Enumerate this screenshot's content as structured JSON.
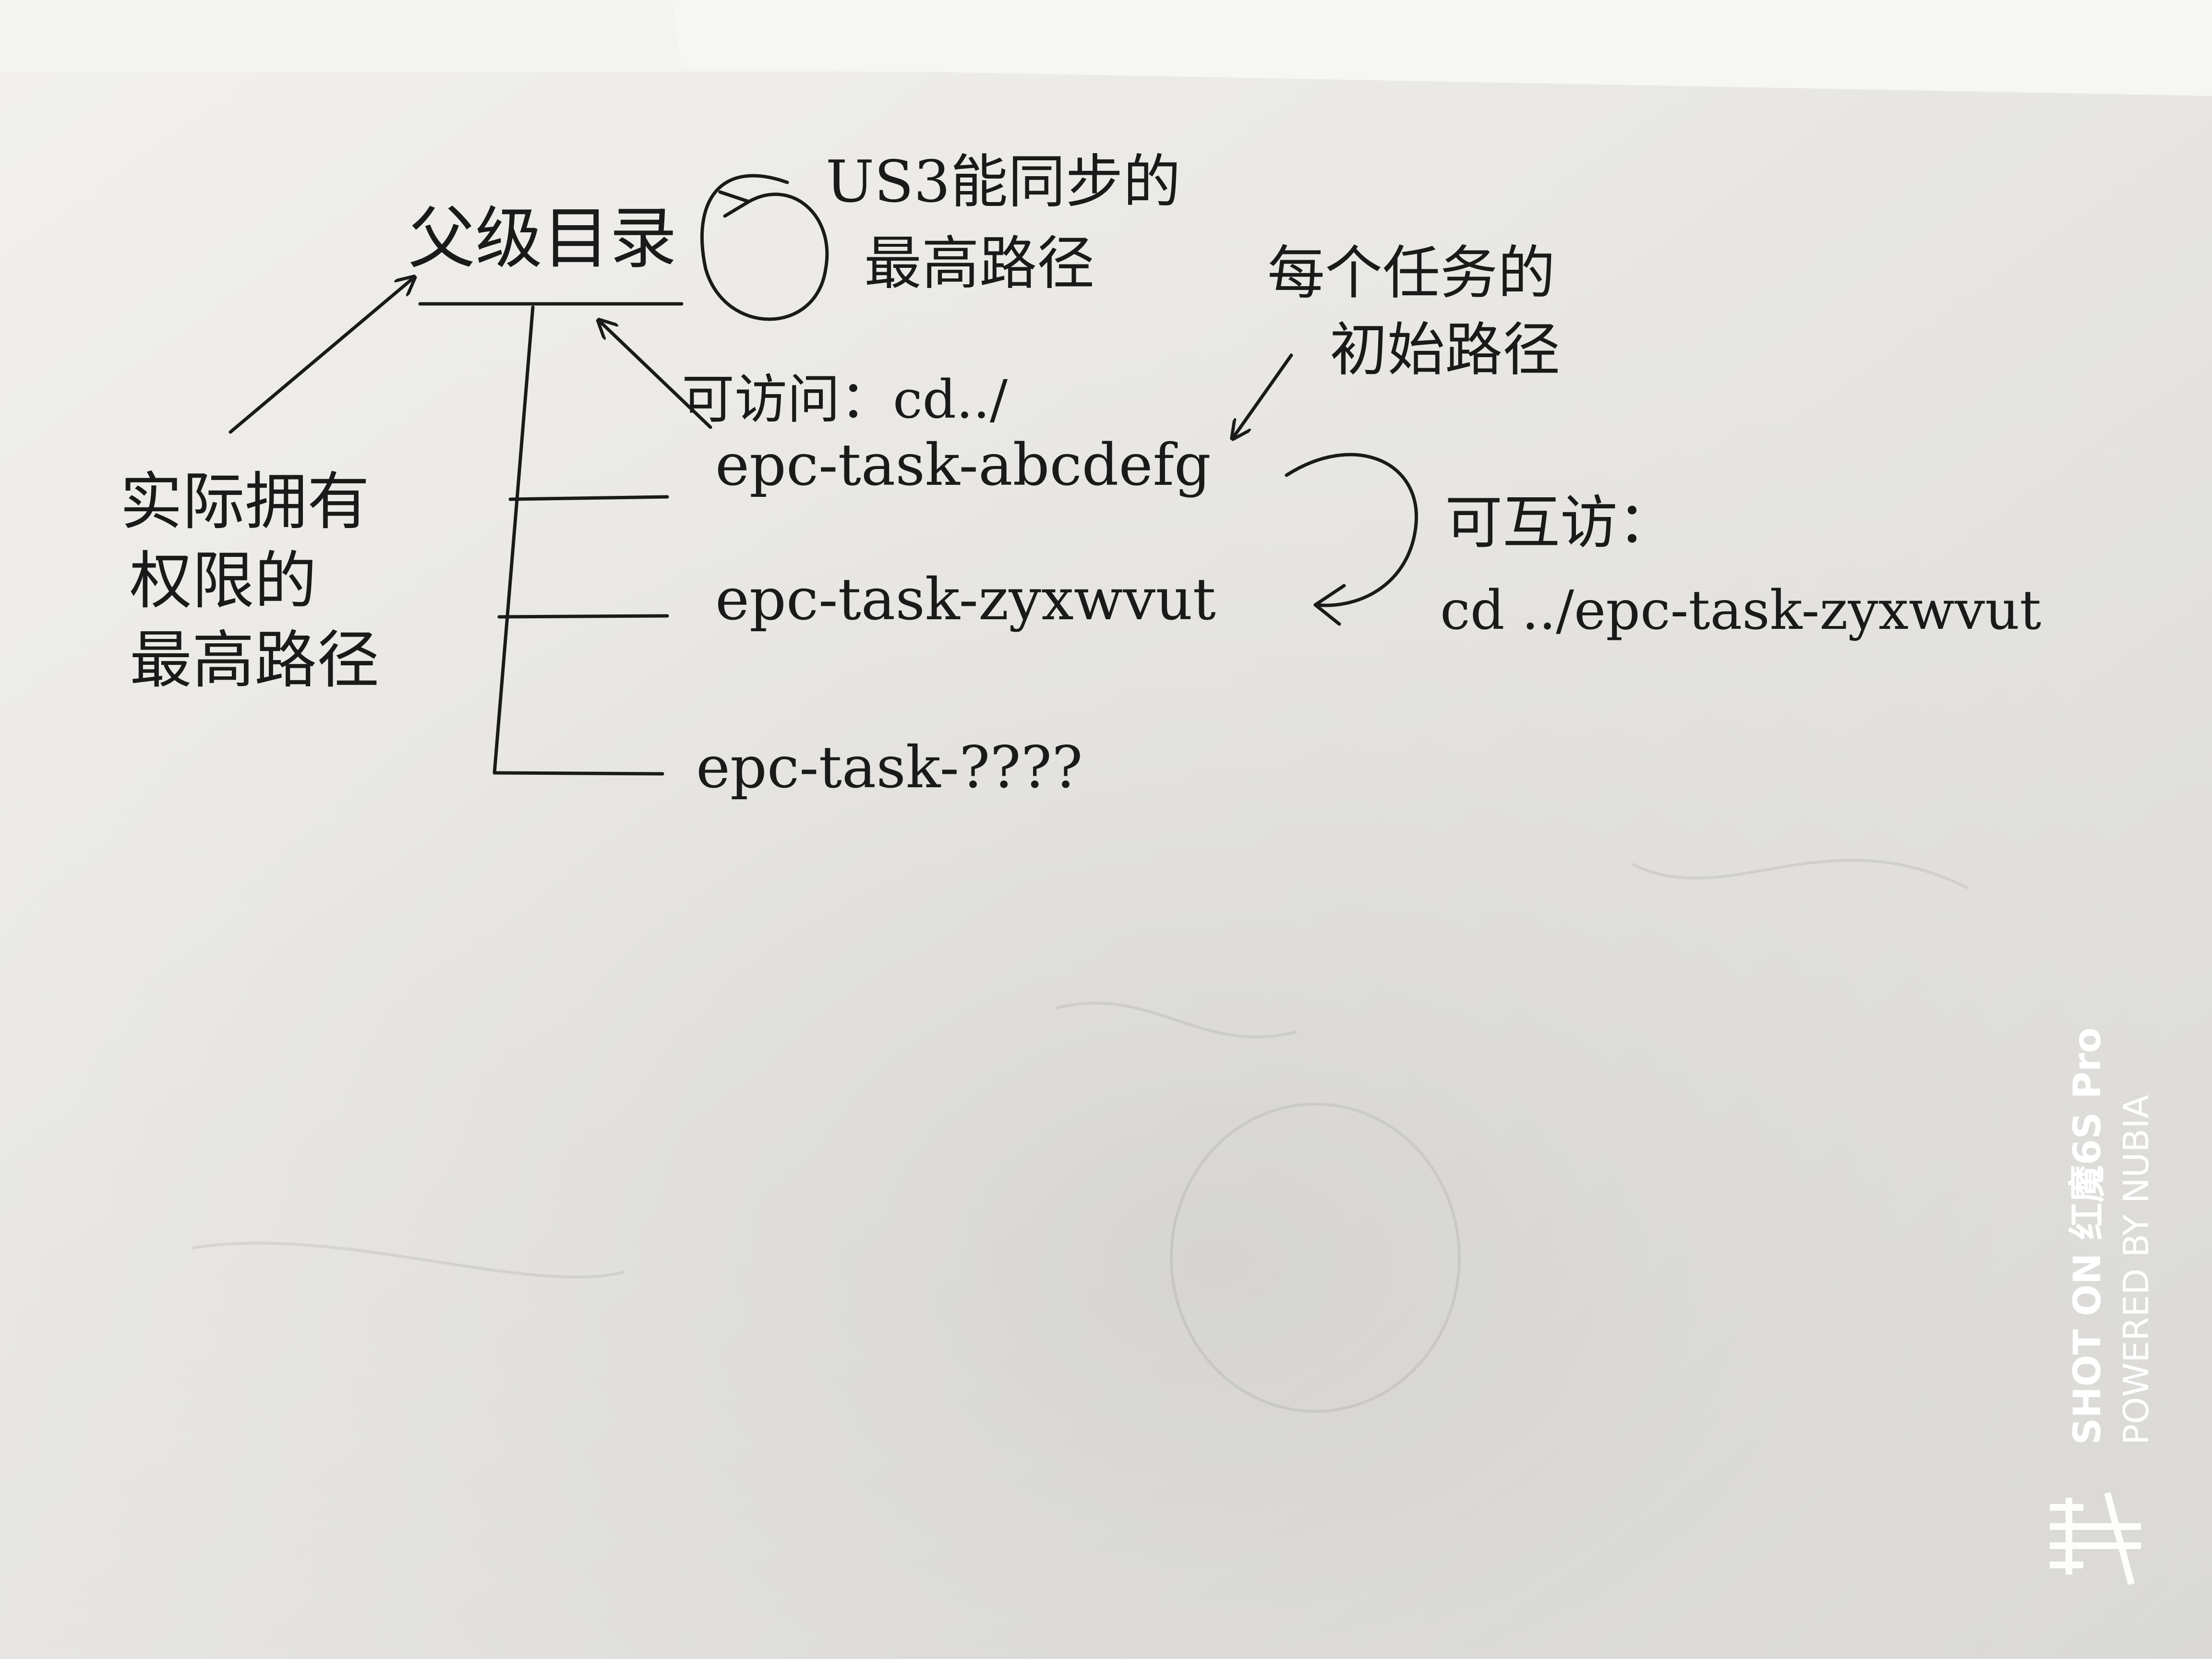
{
  "notes": {
    "parent_dir": "父级目录",
    "us3_sync_line1": "US3能同步的",
    "us3_sync_line2": "最高路径",
    "task_init_line1": "每个任务的",
    "task_init_line2": "初始路径",
    "accessible": "可访问：cd../",
    "actual_perm_line1": "实际拥有",
    "actual_perm_line2": "权限的",
    "actual_perm_line3": "最高路径",
    "task1": "epc-task-abcdefg",
    "task2": "epc-task-zyxwvut",
    "task3": "epc-task-????",
    "mutual_access_label": "可互访：",
    "mutual_access_cmd": "cd ../epc-task-zyxwvut"
  },
  "watermark": {
    "line1": "SHOT ON 红魔6S Pro",
    "line2": "POWERED BY NUBIA"
  },
  "colors": {
    "paper": "#e9e8e4",
    "ink": "#1a1a1a"
  }
}
